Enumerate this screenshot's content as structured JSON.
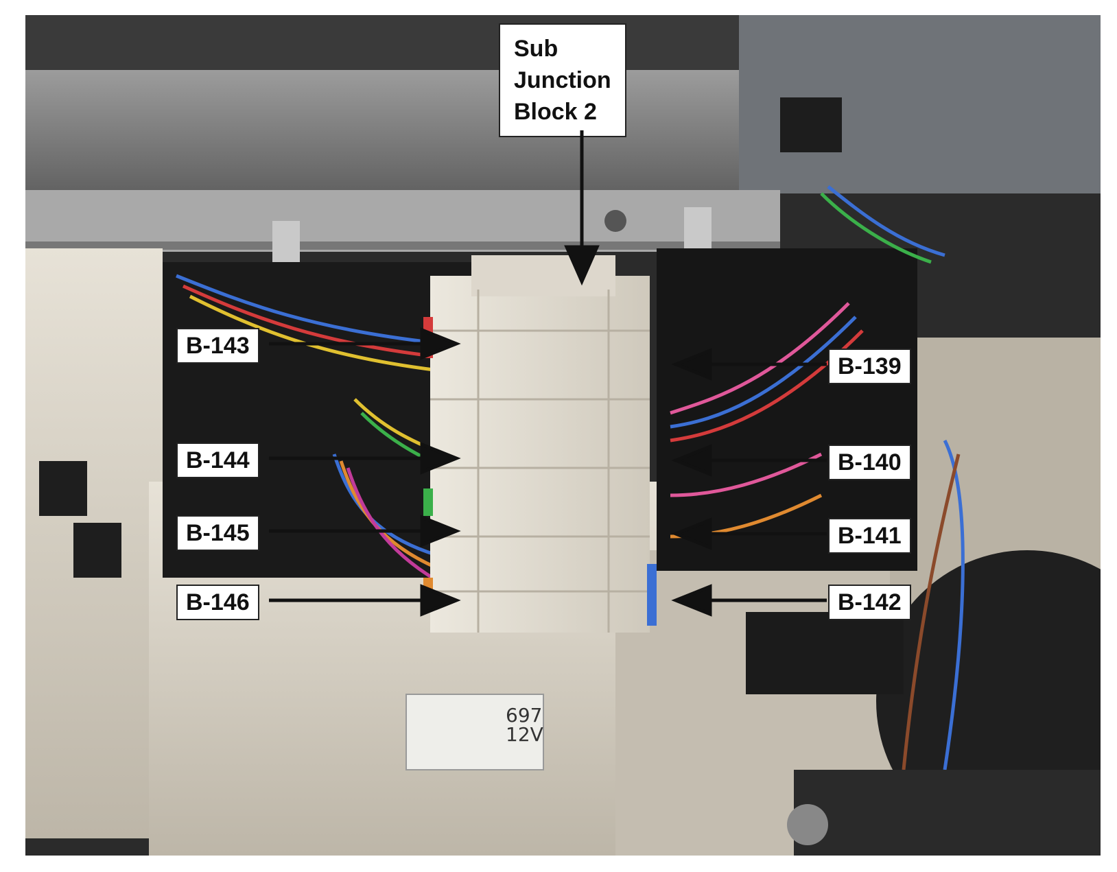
{
  "title": {
    "line1": "Sub",
    "line2": "Junction",
    "line3": "Block 2"
  },
  "labels_left": [
    "B-143",
    "B-144",
    "B-145",
    "B-146"
  ],
  "labels_right": [
    "B-139",
    "B-140",
    "B-141",
    "B-142"
  ],
  "module_label": {
    "line1": "697",
    "line2": "12V"
  },
  "colors": {
    "callout_bg": "#ffffff",
    "arrow": "#111111",
    "plastic": "#d8d2c6",
    "harness": "#1a1a1a"
  }
}
